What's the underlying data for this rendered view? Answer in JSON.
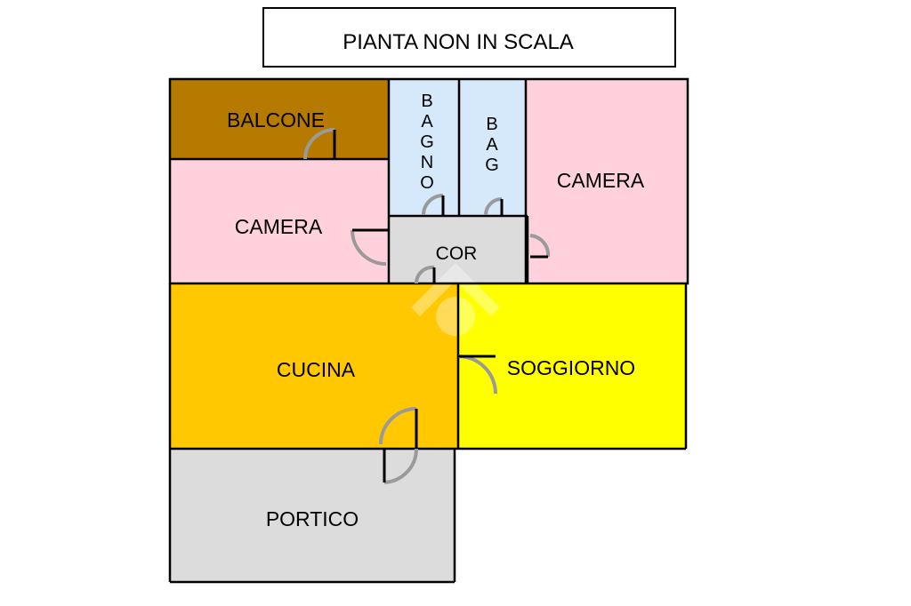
{
  "title": "PIANTA NON IN SCALA",
  "rooms": {
    "balcone": {
      "label": "BALCONE",
      "color": "#b77a00"
    },
    "camera_left": {
      "label": "CAMERA",
      "color": "#ffd1dc"
    },
    "bagno": {
      "letters": [
        "B",
        "A",
        "G",
        "N",
        "O"
      ],
      "color": "#d5e9fb"
    },
    "bag": {
      "letters": [
        "B",
        "A",
        "G"
      ],
      "color": "#d5e9fb"
    },
    "camera_right": {
      "label": "CAMERA",
      "color": "#ffd1dc"
    },
    "cor": {
      "label": "COR",
      "color": "#dcdcdc"
    },
    "cucina": {
      "label": "CUCINA",
      "color": "#ffc800"
    },
    "soggiorno": {
      "label": "SOGGIORNO",
      "color": "#ffff00"
    },
    "portico": {
      "label": "PORTICO",
      "color": "#dcdcdc"
    }
  },
  "colors": {
    "wall": "#000000",
    "door_swing": "#9a9a9a"
  },
  "watermark": "house-logo-icon"
}
